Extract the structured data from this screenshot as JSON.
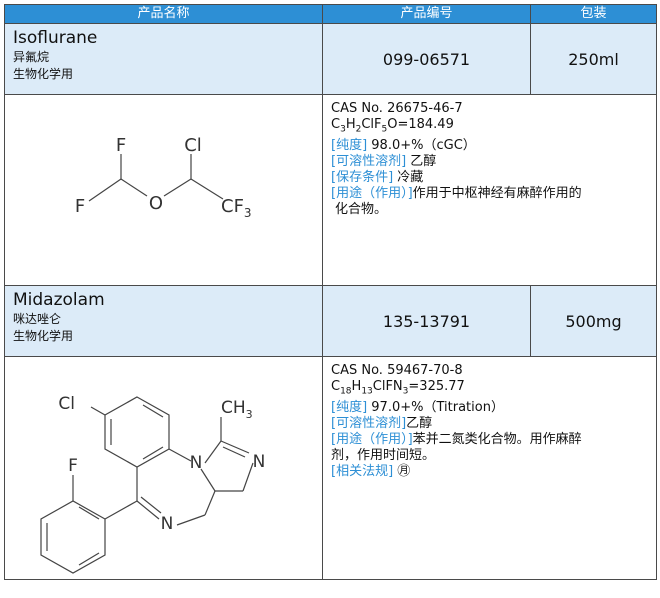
{
  "header": {
    "name": "产品名称",
    "code": "产品编号",
    "pack": "包装"
  },
  "products": [
    {
      "name_en": "Isoflurane",
      "name_cn": "异氟烷",
      "category": "生物化学用",
      "code": "099-06571",
      "pack": "250ml",
      "cas": "CAS No. 26675-46-7",
      "formula_parts": [
        "C",
        "3",
        "H",
        "2",
        "ClF",
        "5",
        "O=184.49"
      ],
      "purity_label": "[纯度]",
      "purity": " 98.0+%（cGC）",
      "solvent_label": "[可溶性溶剂]",
      "solvent": " 乙醇",
      "storage_label": "[保存条件]",
      "storage": " 冷藏",
      "use_label": "[用途（作用）]",
      "use": "作用于中枢神经有麻醉作用的",
      "use_cont": "化合物。",
      "structure_atoms": {
        "f1": "F",
        "f2": "F",
        "o": "O",
        "cl": "Cl",
        "cf3": "CF",
        "cf3_sub": "3"
      }
    },
    {
      "name_en": "Midazolam",
      "name_cn": "咪达唑仑",
      "category": "生物化学用",
      "code": "135-13791",
      "pack": "500mg",
      "cas": "CAS No. 59467-70-8",
      "formula_parts": [
        "C",
        "18",
        "H",
        "13",
        "ClFN",
        "3",
        "=325.77"
      ],
      "purity_label": "[纯度]",
      "purity": " 97.0+%（Titration）",
      "solvent_label": "[可溶性溶剂]",
      "solvent": "乙醇",
      "use_label": "[用途（作用）]",
      "use": "苯并二氮类化合物。用作麻醉",
      "use_cont": "剂，作用时间短。",
      "reg_label": "[相关法规]",
      "reg_mark": "㊊",
      "structure_atoms": {
        "cl": "Cl",
        "ch3": "CH",
        "ch3_sub": "3",
        "f": "F",
        "n1": "N",
        "n2": "N",
        "n3": "N"
      }
    }
  ],
  "colors": {
    "header_bg": "#2d8fd5",
    "row_bg": "#dcebf8",
    "label": "#2d8fd5"
  }
}
